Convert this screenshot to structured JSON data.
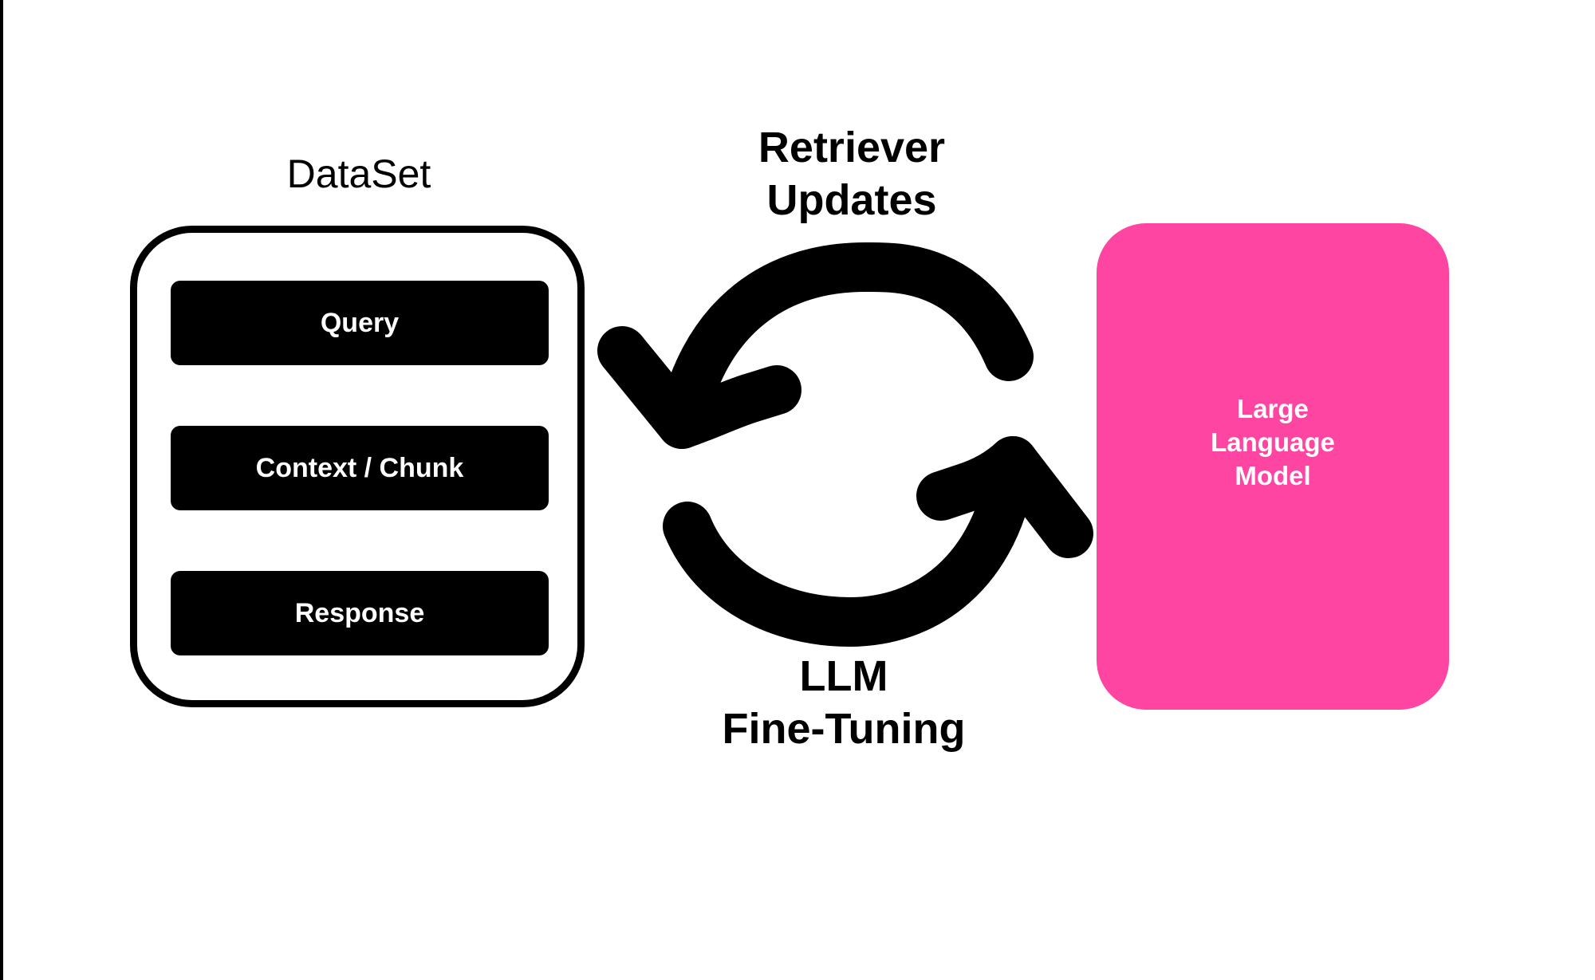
{
  "dataset": {
    "title": "DataSet",
    "fields": [
      "Query",
      "Context / Chunk",
      "Response"
    ]
  },
  "cycle": {
    "top_caption": [
      "Retriever",
      "Updates"
    ],
    "bottom_caption": [
      "LLM",
      "Fine-Tuning"
    ]
  },
  "model": {
    "label_lines": [
      "Large",
      "Language",
      "Model"
    ],
    "color": "#ff45a2"
  },
  "colors": {
    "stroke": "#000000",
    "background": "#ffffff",
    "field_text": "#ffffff"
  }
}
